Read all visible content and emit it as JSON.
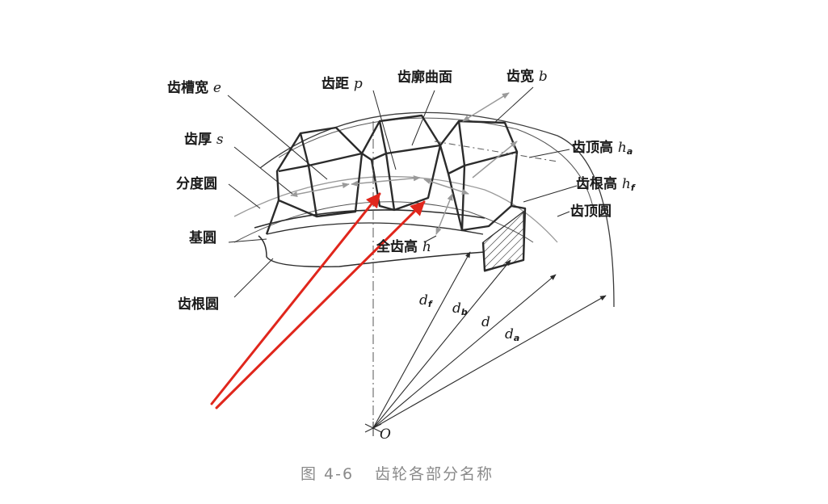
{
  "labels": {
    "space_width": {
      "text": "齿槽宽",
      "sym": "e"
    },
    "pitch": {
      "text": "齿距",
      "sym": "p"
    },
    "tooth_flank": {
      "text": "齿廓曲面"
    },
    "face_width": {
      "text": "齿宽",
      "sym": "b"
    },
    "tooth_thickness": {
      "text": "齿厚",
      "sym": "s"
    },
    "addendum": {
      "text": "齿顶高",
      "sym": "h",
      "sub": "a"
    },
    "pitch_circle": {
      "text": "分度圆"
    },
    "dedendum": {
      "text": "齿根高",
      "sym": "h",
      "sub": "f"
    },
    "tip_circle": {
      "text": "齿顶圆"
    },
    "base_circle": {
      "text": "基圆"
    },
    "whole_depth": {
      "text": "全齿高",
      "sym": "h"
    },
    "root_circle": {
      "text": "齿根圆"
    },
    "df": {
      "sym": "d",
      "sub": "f"
    },
    "db": {
      "sym": "d",
      "sub": "b"
    },
    "d": {
      "sym": "d"
    },
    "da": {
      "sym": "d",
      "sub": "a"
    },
    "center": {
      "sym": "O"
    }
  },
  "caption": {
    "number": "图 4-6",
    "title": "齿轮各部分名称"
  },
  "colors": {
    "line": "#2b2b2b",
    "thin": "#555555",
    "light": "#9a9a9a",
    "arrow_red": "#e0261c"
  }
}
